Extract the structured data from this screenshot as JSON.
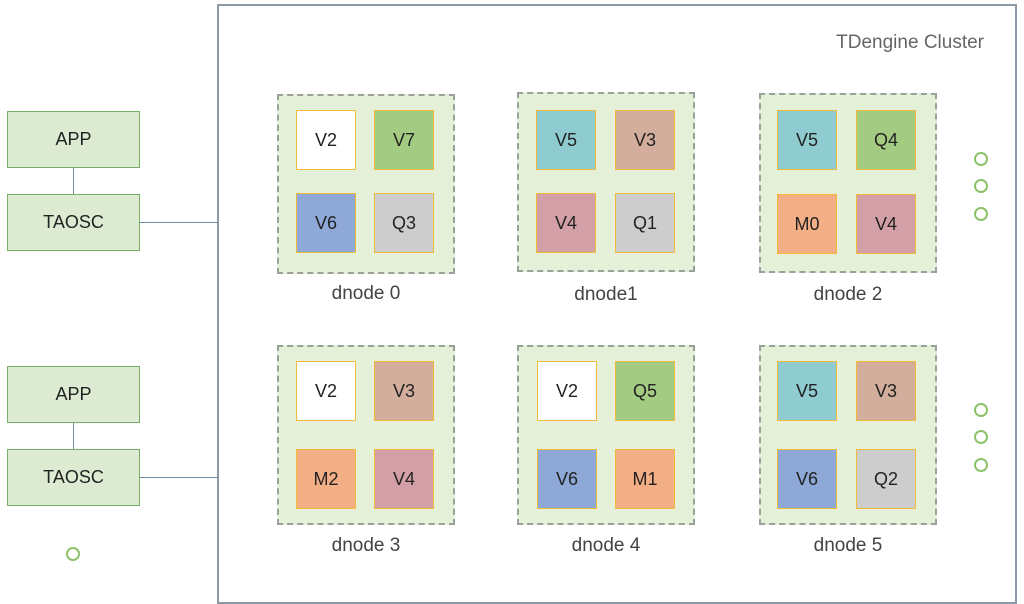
{
  "cluster": {
    "title": "TDengine Cluster"
  },
  "clients": [
    {
      "app_label": "APP",
      "taosc_label": "TAOSC"
    },
    {
      "app_label": "APP",
      "taosc_label": "TAOSC"
    }
  ],
  "dnodes": [
    {
      "label": "dnode 0",
      "vnodes": [
        {
          "label": "V2",
          "color": "#ffffff"
        },
        {
          "label": "V7",
          "color": "#a3cc82"
        },
        {
          "label": "V6",
          "color": "#8ea8d8"
        },
        {
          "label": "Q3",
          "color": "#cdcdcd"
        }
      ]
    },
    {
      "label": "dnode1",
      "vnodes": [
        {
          "label": "V5",
          "color": "#8fcccf"
        },
        {
          "label": "V3",
          "color": "#d4ae9c"
        },
        {
          "label": "V4",
          "color": "#d4a0a7"
        },
        {
          "label": "Q1",
          "color": "#cdcdcd"
        }
      ]
    },
    {
      "label": "dnode 2",
      "vnodes": [
        {
          "label": "V5",
          "color": "#8fcccf"
        },
        {
          "label": "Q4",
          "color": "#a3cc82"
        },
        {
          "label": "M0",
          "color": "#f2ae84"
        },
        {
          "label": "V4",
          "color": "#d4a0a7"
        }
      ]
    },
    {
      "label": "dnode 3",
      "vnodes": [
        {
          "label": "V2",
          "color": "#ffffff"
        },
        {
          "label": "V3",
          "color": "#d4ae9c"
        },
        {
          "label": "M2",
          "color": "#f2ae84"
        },
        {
          "label": "V4",
          "color": "#d4a0a7"
        }
      ]
    },
    {
      "label": "dnode 4",
      "vnodes": [
        {
          "label": "V2",
          "color": "#ffffff"
        },
        {
          "label": "Q5",
          "color": "#a3cc82"
        },
        {
          "label": "V6",
          "color": "#8ea8d8"
        },
        {
          "label": "M1",
          "color": "#f2ae84"
        }
      ]
    },
    {
      "label": "dnode 5",
      "vnodes": [
        {
          "label": "V5",
          "color": "#8fcccf"
        },
        {
          "label": "V3",
          "color": "#d4ae9c"
        },
        {
          "label": "V6",
          "color": "#8ea8d8"
        },
        {
          "label": "Q2",
          "color": "#cdcdcd"
        }
      ]
    }
  ]
}
